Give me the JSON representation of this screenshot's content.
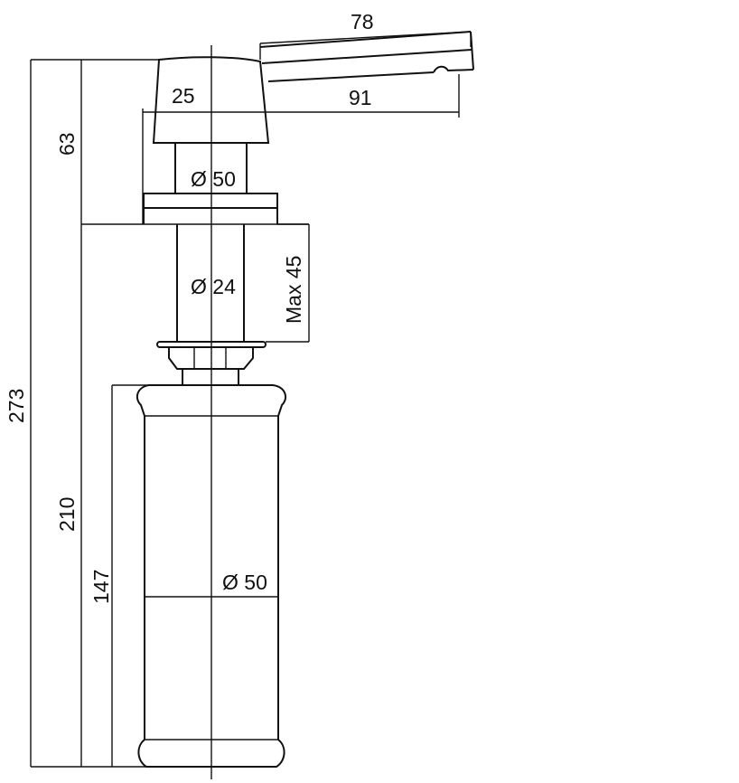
{
  "dimensions": {
    "spout_length_top": "78",
    "spout_reach": "91",
    "head_width": "25",
    "head_height": "63",
    "flange_diameter": "Ø 50",
    "shank_diameter": "Ø 24",
    "max_counter_thickness": "Max 45",
    "total_height": "273",
    "below_counter_height": "210",
    "bottle_height": "147",
    "bottle_diameter": "Ø 50"
  }
}
